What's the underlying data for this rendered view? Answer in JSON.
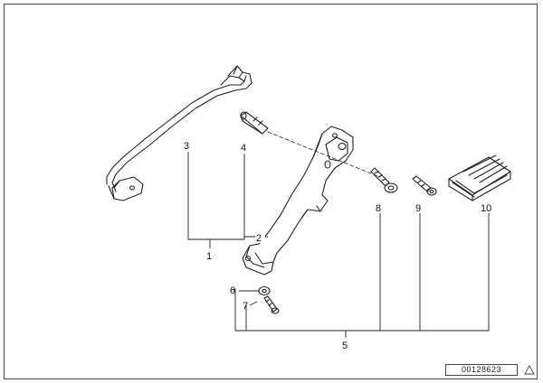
{
  "diagram": {
    "callouts": {
      "c1": "1",
      "c2": "2",
      "c3": "3",
      "c4": "4",
      "c5": "5",
      "c6": "6",
      "c7": "7",
      "c8": "8",
      "c9": "9",
      "c10": "10"
    },
    "document_number": "00128623"
  }
}
